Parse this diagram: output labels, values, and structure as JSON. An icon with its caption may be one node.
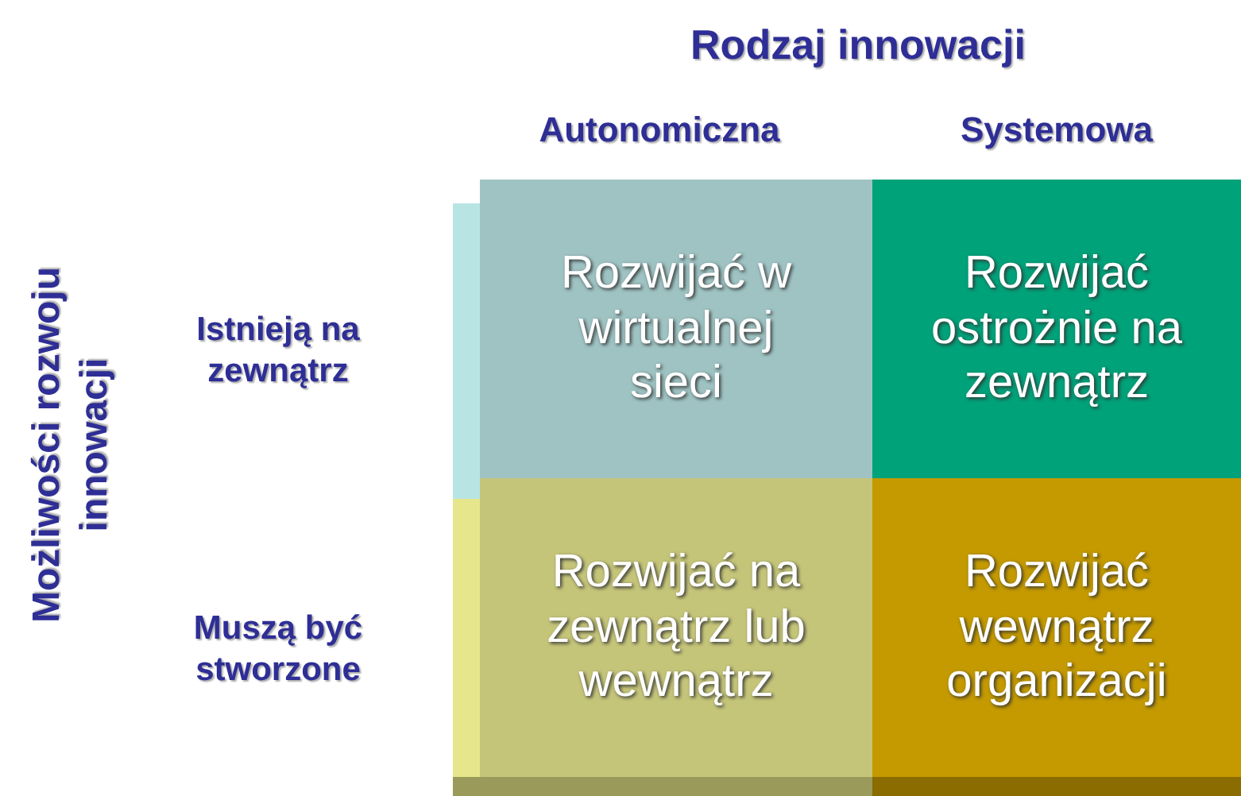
{
  "diagram": {
    "nodes": [
      {
        "text": [
          "Rozwijać w wirtualnej sieci"
        ]
      },
      {
        "text": [
          "Rozwijać ostrożnie na zewnątrz"
        ]
      },
      {
        "text": [
          "Rozwijać na zewnątrz lub wewnątrz"
        ]
      },
      {
        "text": [
          "Rozwijać wewnątrz organizacji"
        ]
      }
    ],
    "labels": [
      "Rodzaj innowacji",
      "Autonomiczna",
      "Systemowa",
      "Możliwości rozwoju innowacji",
      "Istnieją na zewnątrz",
      "Muszą być stworzone"
    ]
  }
}
